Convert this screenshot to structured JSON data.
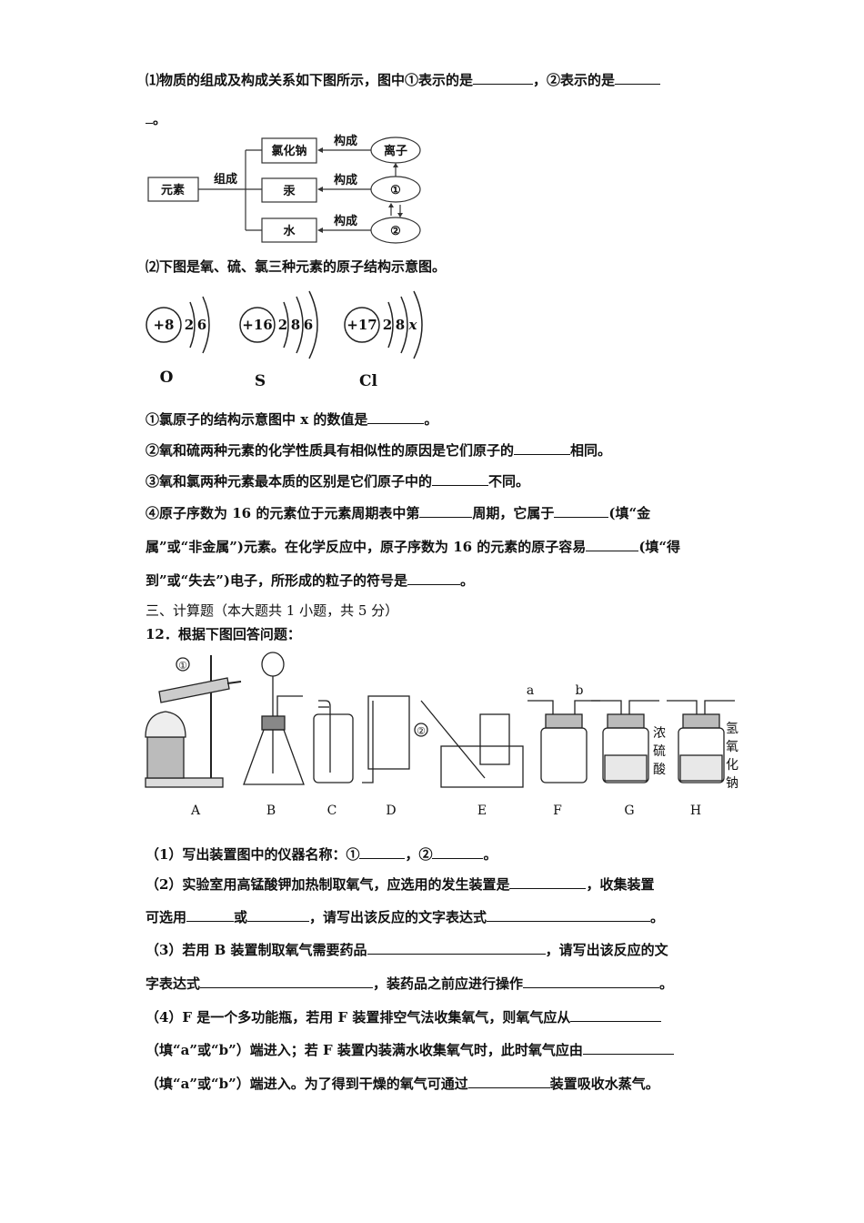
{
  "q1": {
    "a": "⑴物质的组成及构成关系如下图所示，图中①表示的是",
    "b": "，②表示的是",
    "c": "。"
  },
  "diagram": {
    "element": "元素",
    "compose": "组成",
    "nacl": "氯化钠",
    "hg": "汞",
    "water": "水",
    "construct": "构成",
    "ion": "离子",
    "c1": "①",
    "c2": "②"
  },
  "q2": {
    "title": "⑵下图是氧、硫、氯三种元素的原子结构示意图。"
  },
  "atoms": [
    {
      "nucleus": "+8",
      "shells": [
        "2",
        "6"
      ],
      "symbol": "O"
    },
    {
      "nucleus": "+16",
      "shells": [
        "2",
        "8",
        "6"
      ],
      "symbol": "S"
    },
    {
      "nucleus": "+17",
      "shells": [
        "2",
        "8",
        "x"
      ],
      "symbol": "Cl"
    }
  ],
  "sub1": {
    "a": "①氯原子的结构示意图中 x 的数值是",
    "b": "。"
  },
  "sub2": {
    "a": "②氧和硫两种元素的化学性质具有相似性的原因是它们原子的",
    "b": "相同。"
  },
  "sub3": {
    "a": "③氧和氯两种元素最本质的区别是它们原子中的",
    "b": "不同。"
  },
  "sub4": {
    "l1a": "④原子序数为 16 的元素位于元素周期表中第",
    "l1b": "周期，它属于",
    "l1c": "(填“金",
    "l2a": "属”或“非金属”)元素。在化学反应中，原子序数为 16 的元素的原子容易",
    "l2b": "(填“得",
    "l3a": "到”或“失去”)电子，所形成的粒子的符号是",
    "l3b": "。"
  },
  "section": "三、计算题（本大题共 1 小题，共 5 分）",
  "q12": "12．根据下图回答问题：",
  "apparatus": {
    "labels": [
      "A",
      "B",
      "C",
      "D",
      "E",
      "F",
      "G",
      "H"
    ],
    "mark1": "①",
    "mark2": "②",
    "port_a": "a",
    "port_b": "b",
    "g_liquid": [
      "浓",
      "硫",
      "酸"
    ],
    "h_liquid": [
      "氢",
      "氧",
      "化",
      "钠"
    ]
  },
  "p1": {
    "a": "（1）写出装置图中的仪器名称：①",
    "b": "，②",
    "c": "。"
  },
  "p2": {
    "a": "（2）实验室用高锰酸钾加热制取氧气，应选用的发生装置是",
    "b": "，收集装置",
    "c": "可选用",
    "d": "或",
    "e": "，请写出该反应的文字表达式",
    "f": "。"
  },
  "p3": {
    "a": "（3）若用 B 装置制取氧气需要药品",
    "b": "，请写出该反应的文",
    "c": "字表达式",
    "d": "，装药品之前应进行操作",
    "e": "。"
  },
  "p4": {
    "a": "（4）F 是一个多功能瓶，若用 F 装置排空气法收集氧气，则氧气应从",
    "b": "（填“a”或“b”）端进入；若 F 装置内装满水收集氧气时，此时氧气应由",
    "c": "（填“a”或“b”）端进入。为了得到干燥的氧气可通过",
    "d": "装置吸收水蒸气。"
  }
}
